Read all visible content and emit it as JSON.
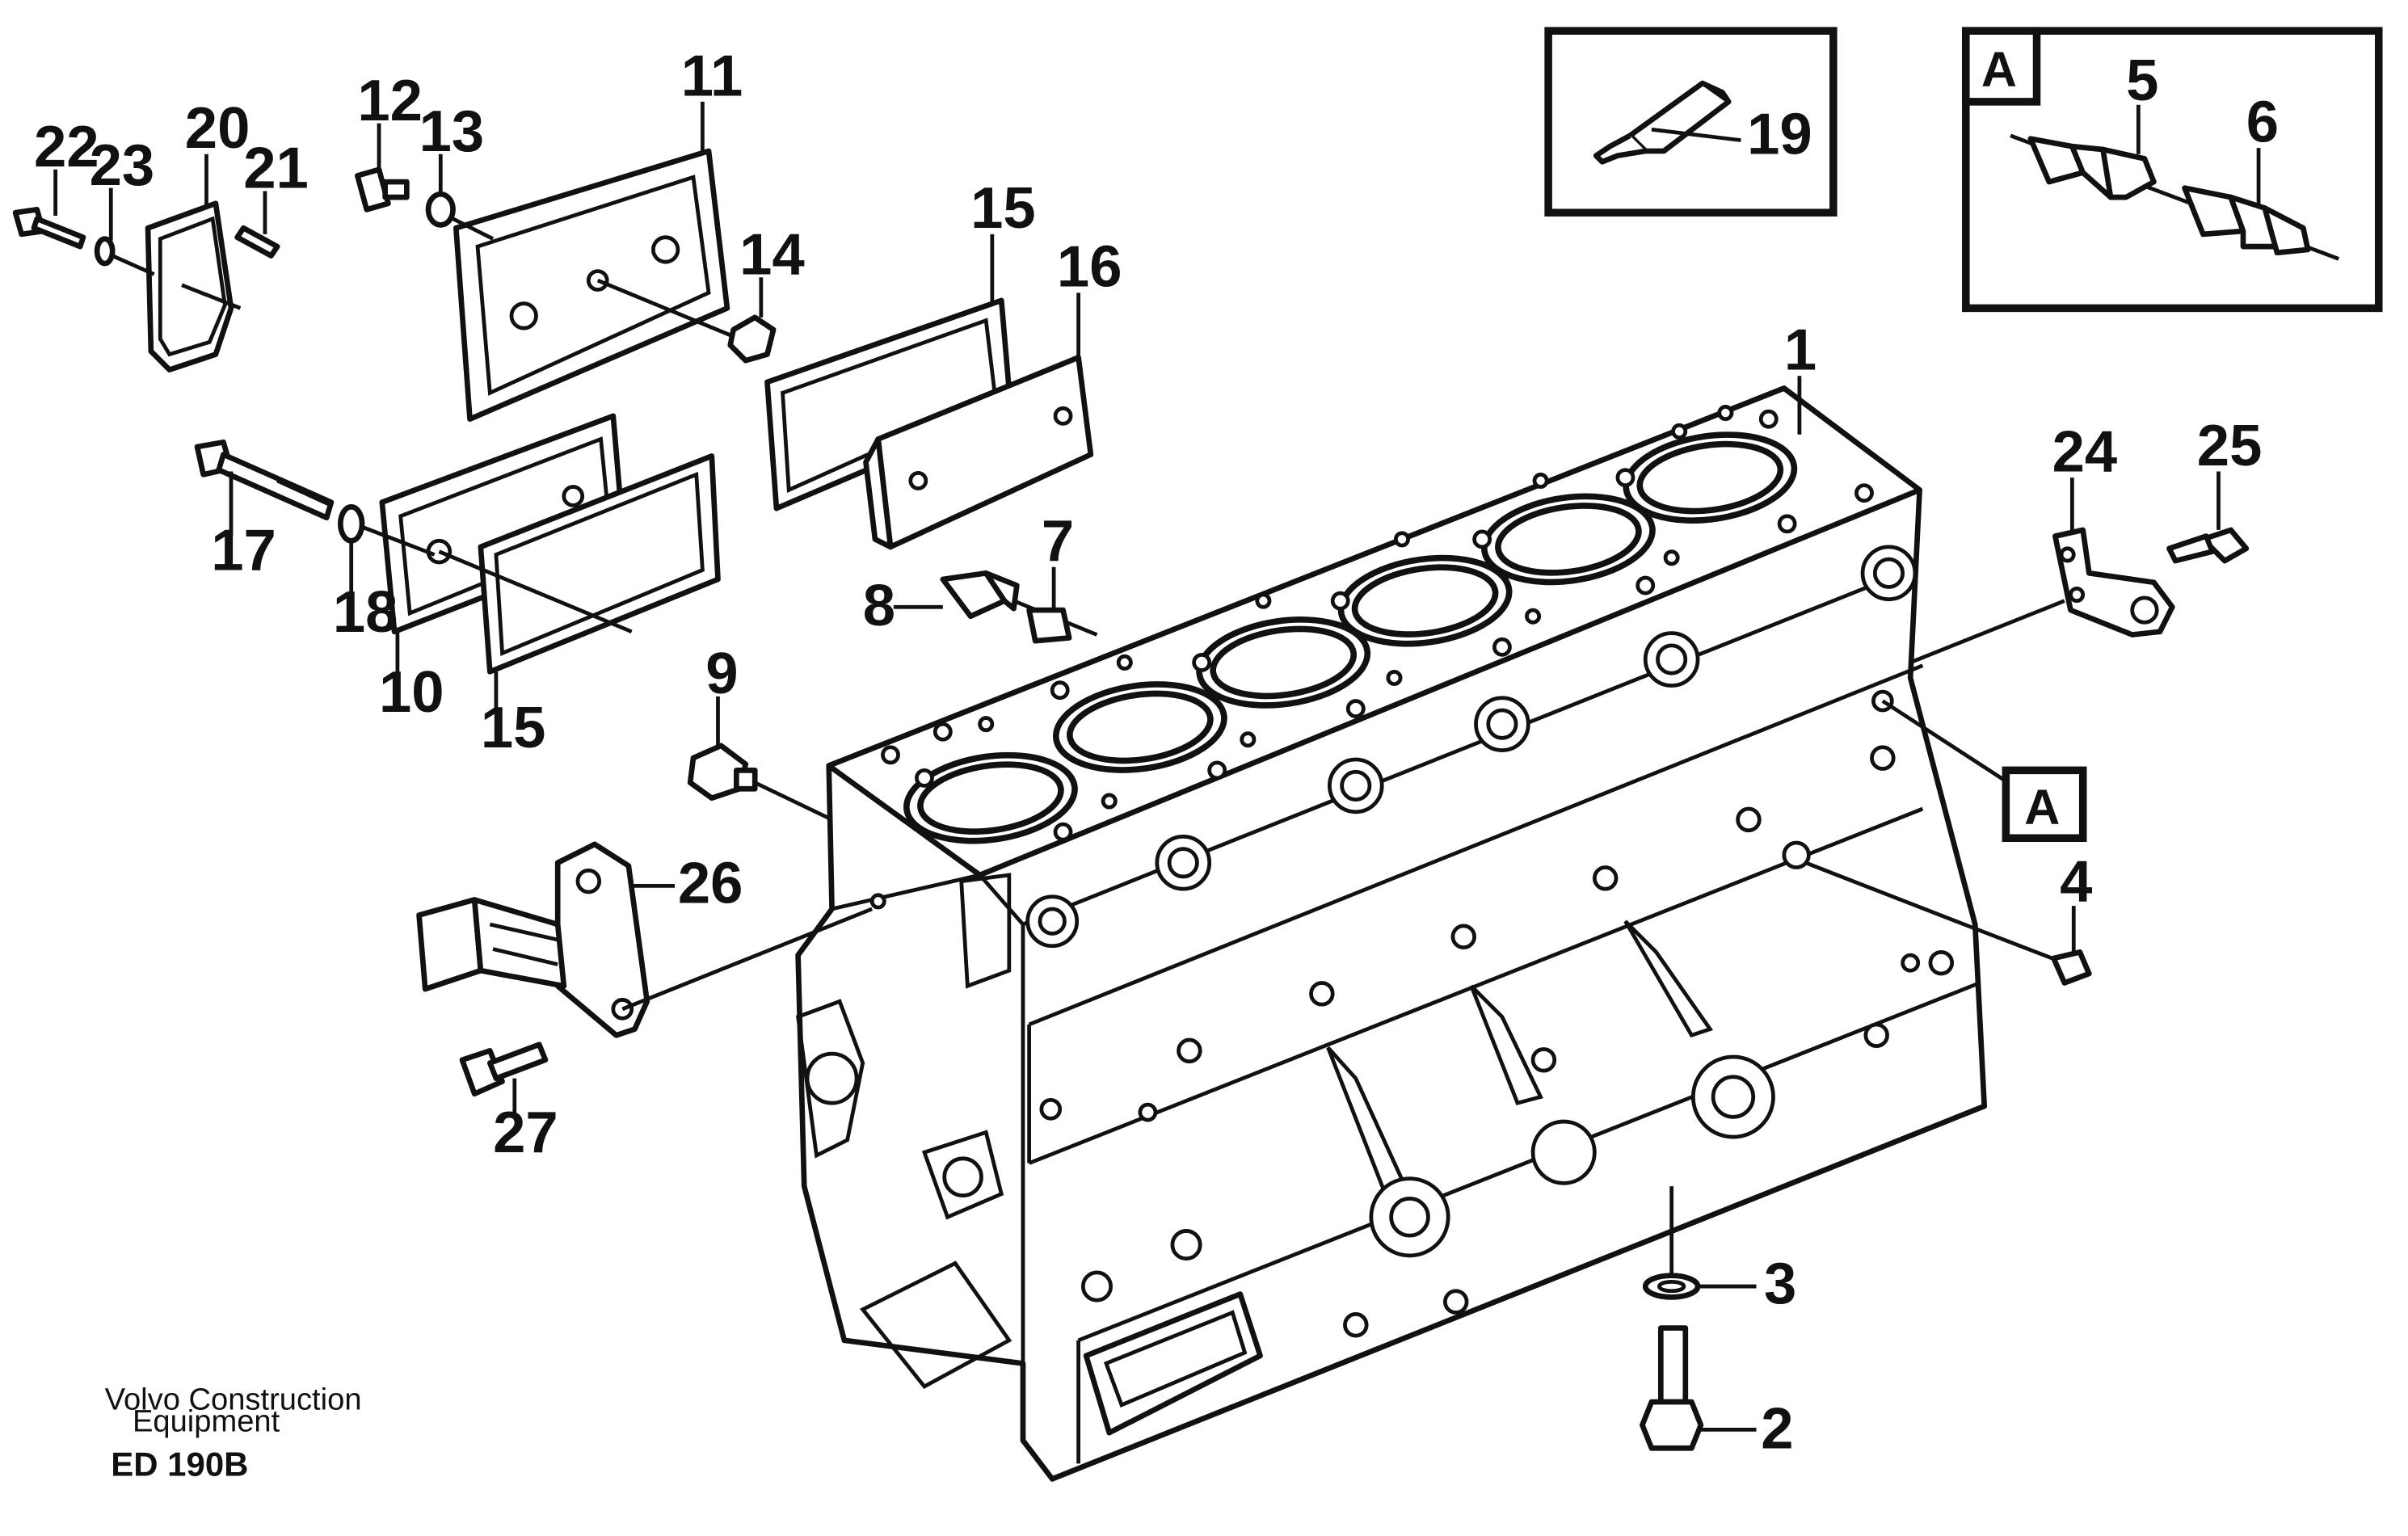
{
  "callouts": {
    "p1": "1",
    "p2": "2",
    "p3": "3",
    "p4": "4",
    "p5": "5",
    "p6": "6",
    "p7": "7",
    "p8": "8",
    "p9": "9",
    "p10": "10",
    "p11": "11",
    "p12": "12",
    "p13": "13",
    "p14": "14",
    "p15a": "15",
    "p15b": "15",
    "p16": "16",
    "p17": "17",
    "p18": "18",
    "p19": "19",
    "p20": "20",
    "p21": "21",
    "p22": "22",
    "p23": "23",
    "p24": "24",
    "p25": "25",
    "p26": "26",
    "p27": "27"
  },
  "detail": {
    "label_inset": "A",
    "label_block": "A"
  },
  "footer": {
    "publisher_line1": "Volvo Construction",
    "publisher_line2": "Equipment",
    "drawing_code": "ED 190B"
  }
}
